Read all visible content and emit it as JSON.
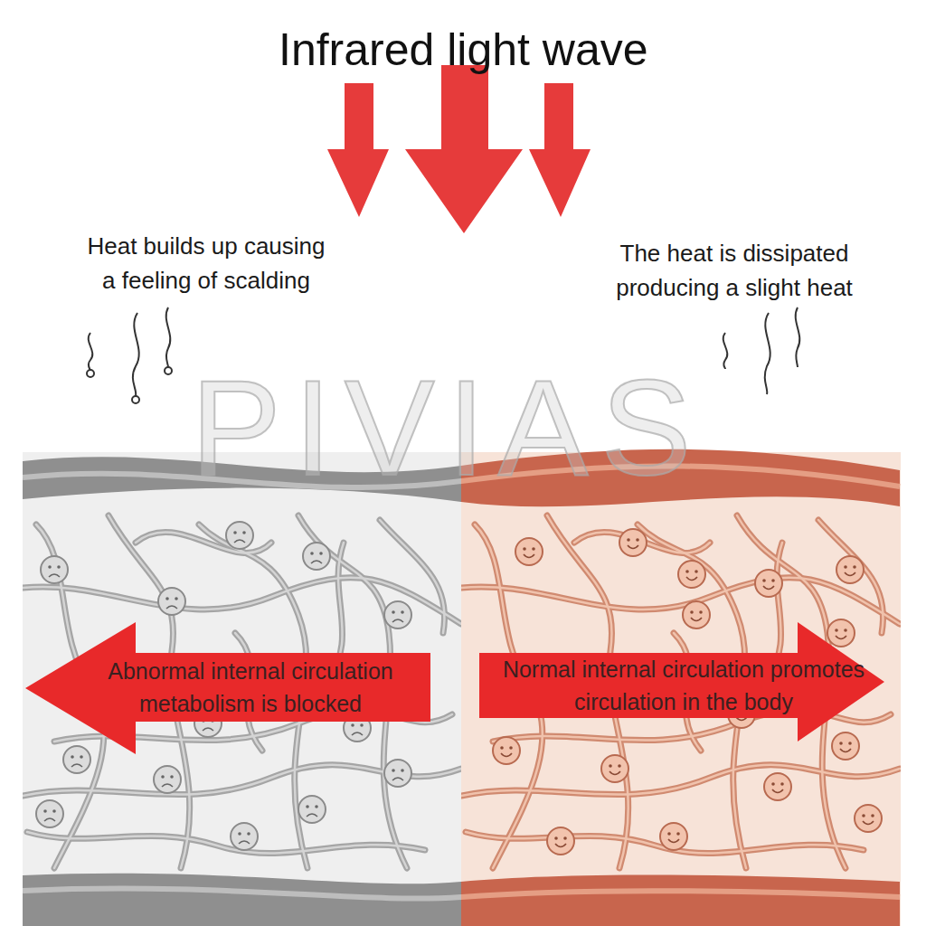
{
  "diagram": {
    "title": "Infrared light wave",
    "nodes": [
      {
        "text": [
          "Abnormal internal circulation metabolism is blocked"
        ]
      },
      {
        "text": [
          "Normal internal circulation promotes circulation in the body"
        ]
      }
    ],
    "labels": [
      "Heat builds up causing a feeling of scalding",
      "The heat is dissipated producing a slight heat",
      "PIVIAS"
    ]
  }
}
